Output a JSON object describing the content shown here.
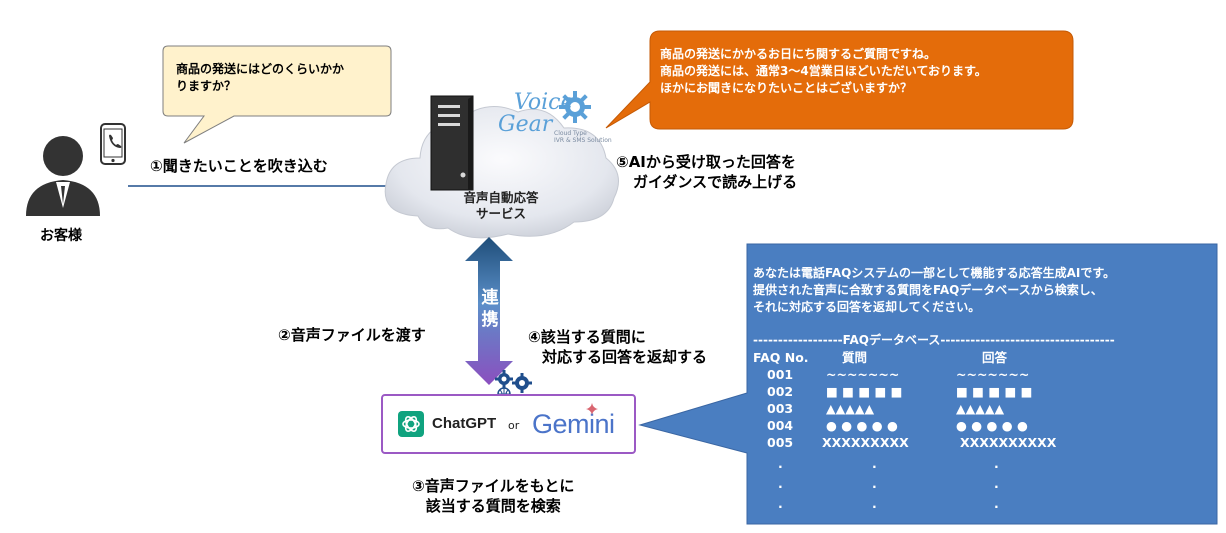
{
  "customer": {
    "label": "お客様",
    "speech": [
      "商品の発送にはどのくらいかか",
      "りますか？"
    ]
  },
  "service": {
    "label_line1": "音声自動応答",
    "label_line2": "サービス",
    "logo_word1": "Voice",
    "logo_word2": "Gear",
    "logo_tagline1": "Cloud Type",
    "logo_tagline2": "IVR & SMS Solution"
  },
  "reply_bubble": {
    "lines": [
      "商品の発送にかかるお日にち関するご質問ですね。",
      "商品の発送には、通常3～4営業日ほどいただいております。",
      "ほかにお聞きになりたいことはございますか？"
    ],
    "color": "#e46c0a"
  },
  "steps": {
    "step1": "①聞きたいことを吹き込む",
    "step2": "②音声ファイルを渡す",
    "step3_line1": "③音声ファイルをもとに",
    "step3_line2": "該当する質問を検索",
    "step4_line1": "④該当する質問に",
    "step4_line2": "対応する回答を返却する",
    "step5_line1": "⑤AIから受け取った回答を",
    "step5_line2": "ガイダンスで読み上げる"
  },
  "link_arrow": {
    "char1": "連",
    "char2": "携"
  },
  "ai_box": {
    "chatgpt_label": "ChatGPT",
    "or_label": "or",
    "gemini_label": "Gemini",
    "border_color": "#9b59c4"
  },
  "faq_panel": {
    "color": "#4a7ec1",
    "intro": [
      "あなたは電話FAQシステムの一部として機能する応答生成AIです。",
      "提供された音声に合致する質問をFAQデータベースから検索し、",
      "それに対応する回答を返却してください。"
    ],
    "db_header": "------------------FAQデータベース-----------------------------------",
    "col_no": "FAQ No.",
    "col_question": "質問",
    "col_answer": "回答",
    "rows": [
      {
        "no": "001",
        "q": "~~~~~~~",
        "a": "~~~~~~~"
      },
      {
        "no": "002",
        "q": "■ ■ ■ ■ ■",
        "a": "■ ■ ■ ■ ■"
      },
      {
        "no": "003",
        "q": "▲▲▲▲▲",
        "a": "▲▲▲▲▲"
      },
      {
        "no": "004",
        "q": "● ● ● ● ●",
        "a": "● ● ● ● ●"
      },
      {
        "no": "005",
        "q": "XXXXXXXXX",
        "a": "XXXXXXXXXX"
      }
    ],
    "ellipsis_dot": "."
  }
}
